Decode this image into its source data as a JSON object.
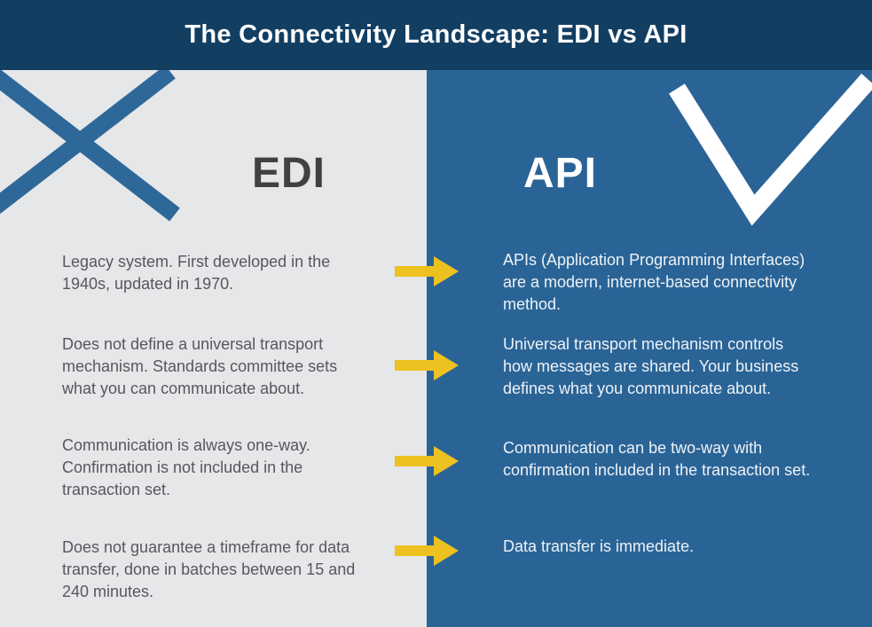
{
  "header": {
    "title": "The Connectivity Landscape: EDI vs API"
  },
  "left_panel": {
    "label": "EDI",
    "icon": "x-mark-icon",
    "rows": [
      {
        "lines": [
          "Legacy system. First developed in the",
          "1940s, updated in 1970."
        ]
      },
      {
        "lines": [
          "Does not define a universal transport",
          "mechanism. Standards committee sets",
          "what you can communicate about."
        ]
      },
      {
        "lines": [
          "Communication is always one-way.",
          "Confirmation is not included in the",
          "transaction set."
        ]
      },
      {
        "lines": [
          "Does not guarantee a timeframe for data",
          "transfer, done in batches between 15 and",
          "240 minutes."
        ]
      }
    ]
  },
  "right_panel": {
    "label": "API",
    "icon": "check-mark-icon",
    "rows": [
      {
        "lines": [
          "APIs (Application Programming Interfaces)",
          "are a modern, internet-based connectivity",
          "method."
        ]
      },
      {
        "lines": [
          "Universal transport mechanism controls",
          "how messages are shared. Your business",
          "defines what you communicate about."
        ]
      },
      {
        "lines": [
          "Communication can be two-way with",
          "confirmation included in the transaction set."
        ]
      },
      {
        "lines": [
          "Data transfer is immediate."
        ]
      }
    ]
  },
  "colors": {
    "navy": "#123e62",
    "panel_gray": "#e6e7e8",
    "panel_blue": "#2a6496",
    "x_blue": "#2e6899",
    "check_white": "#ffffff",
    "arrow_gold": "#edc120",
    "edi_text": "#414042",
    "body_gray_text": "#57585c",
    "body_blue_text": "#eef2f7",
    "title_white": "#ffffff"
  }
}
